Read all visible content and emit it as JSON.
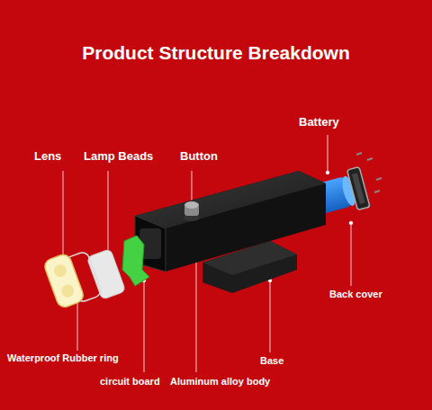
{
  "diagram": {
    "title": "Product Structure Breakdown",
    "labels": [
      "Battery",
      "Lens",
      "Lamp Beads",
      "Button",
      "Back cover",
      "Waterproof Rubber ring",
      "Base",
      "circuit board",
      "Aluminum alloy body"
    ]
  }
}
